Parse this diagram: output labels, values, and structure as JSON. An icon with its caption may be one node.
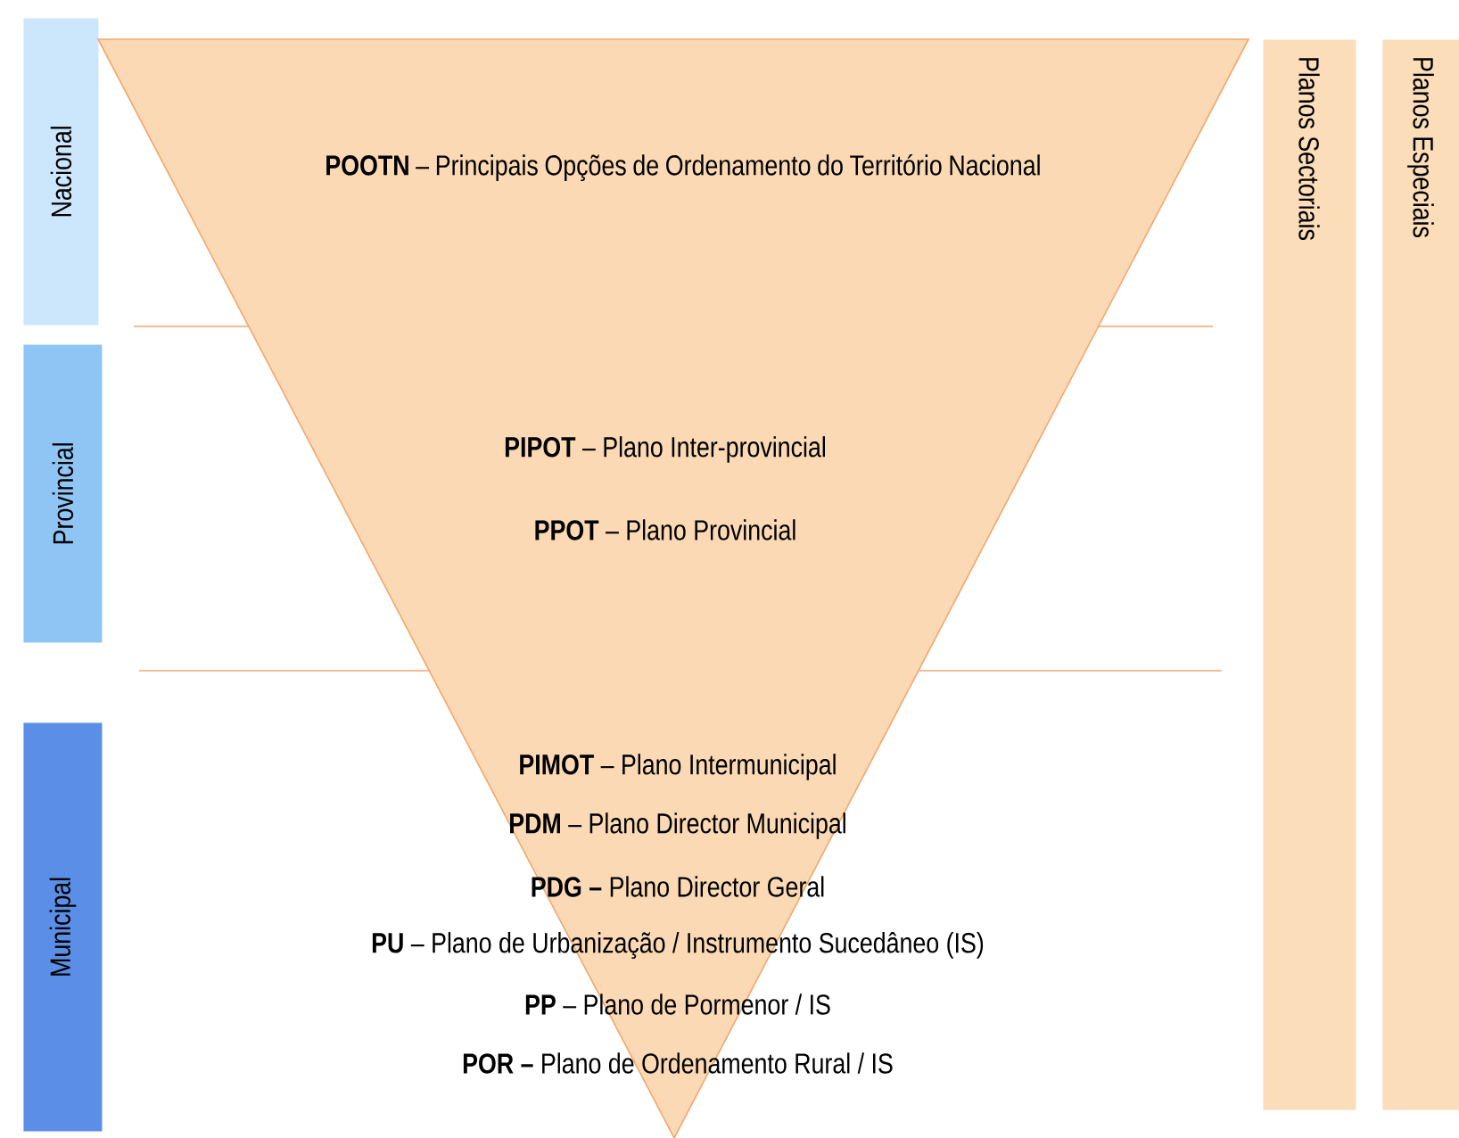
{
  "diagram": {
    "nodes": [
      {
        "text": [
          "Nacional"
        ]
      },
      {
        "text": [
          "Provincial"
        ]
      },
      {
        "text": [
          "Municipal"
        ]
      },
      {
        "text": [
          "**POOTN** – Principais Opções de Ordenamento do Território Nacional",
          "**PIPOT** – Plano Inter-provincial",
          "**PPOT** – Plano Provincial",
          "**PIMOT** – Plano Intermunicipal",
          "**PDM** – Plano Director Municipal",
          "**PDG –** Plano Director Geral",
          "**PU** – Plano de Urbanização / Instrumento Sucedâneo (IS)",
          "**PP** – Plano de Pormenor / IS",
          "**POR –** Plano de Ordenamento Rural / IS"
        ]
      },
      {
        "text": [
          "Planos Sectoriais"
        ]
      },
      {
        "text": [
          "Planos Especiais"
        ]
      }
    ]
  }
}
